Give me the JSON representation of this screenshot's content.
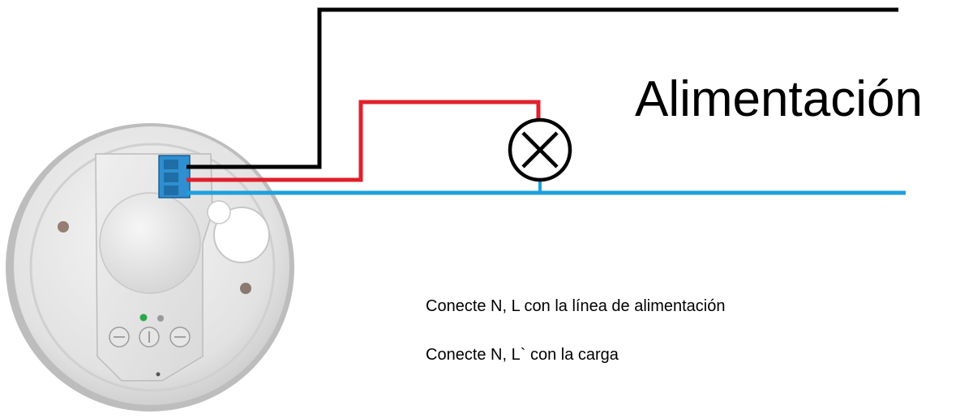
{
  "labels": {
    "power_supply": "Alimentación",
    "instruction_line": "Conecte N, L con la línea de alimentación",
    "instruction_load": "Conecte N, L` con la carga"
  },
  "colors": {
    "wire_line": "#000000",
    "wire_load": "#e0202a",
    "wire_neutral": "#1ea0dc",
    "terminal_block": "#2f8fd0",
    "sensor_body": "#e8e8e8",
    "indicator_led": "#2aa84a"
  },
  "icons": {
    "lamp": "lamp-cross-icon",
    "indicator": "green-led-icon"
  }
}
